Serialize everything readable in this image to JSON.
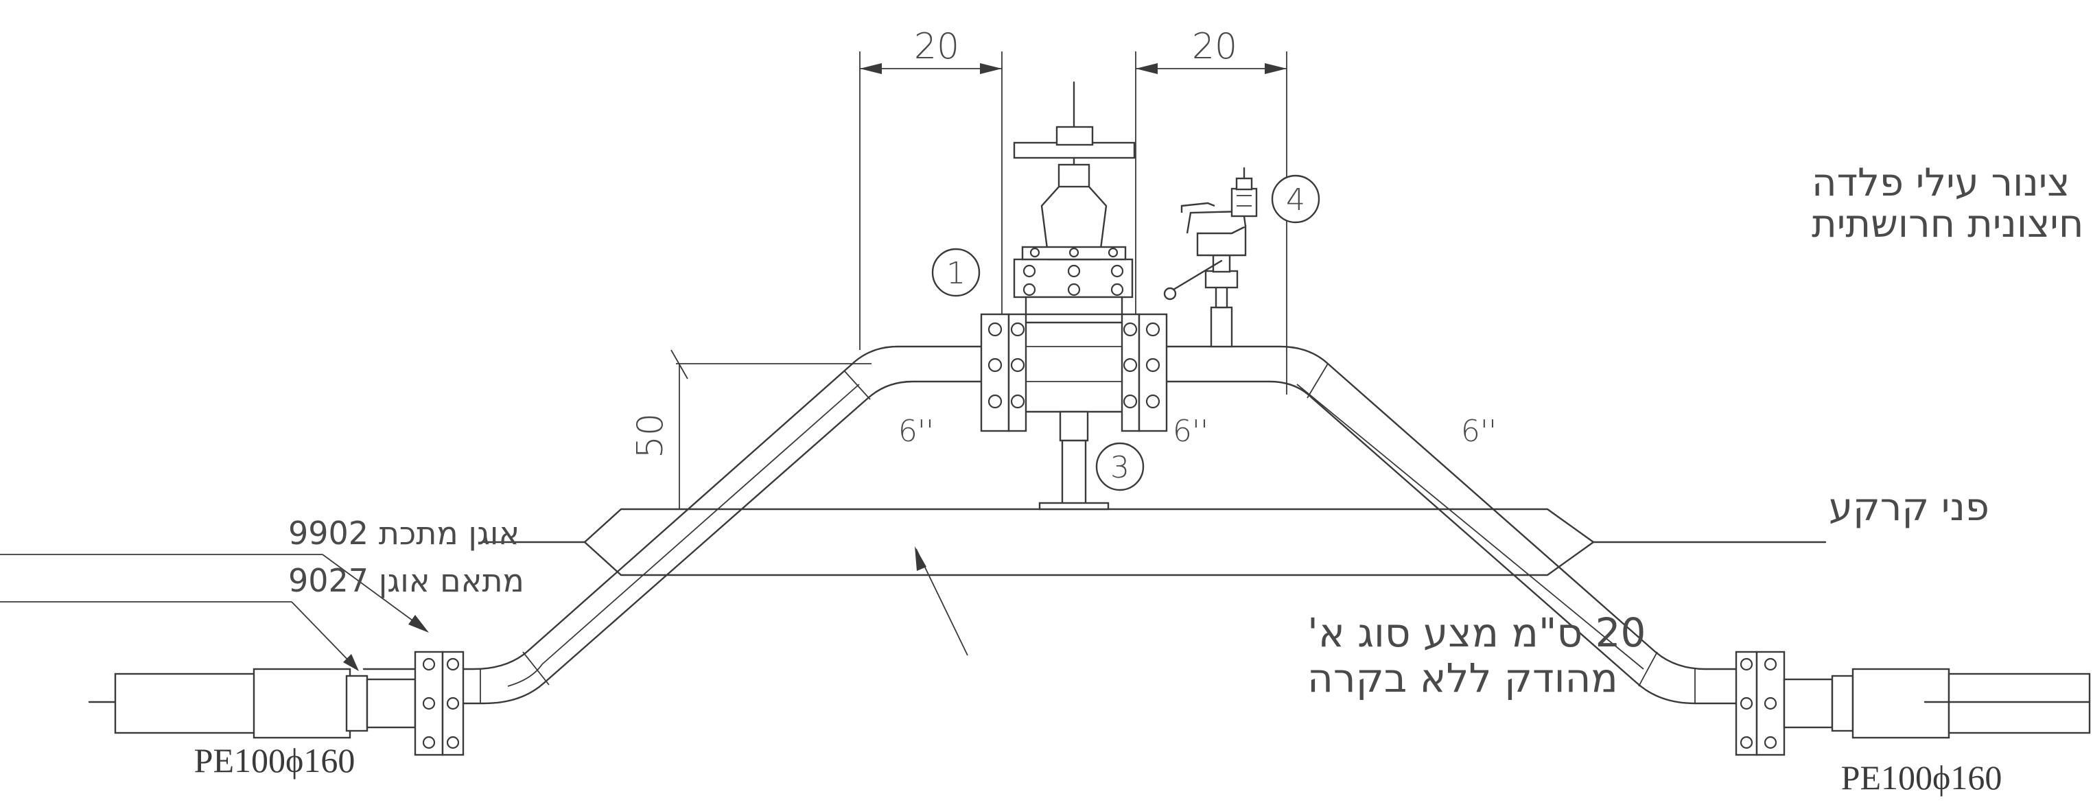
{
  "dimensions": {
    "left_gap": "20",
    "right_gap": "20",
    "height": "50"
  },
  "pipe_sizes": {
    "left_slope": "6''",
    "center": "6''",
    "right_slope": "6''"
  },
  "callouts": {
    "c1": "1",
    "c3": "3",
    "c4": "4"
  },
  "notes": {
    "coating_line1": "צינור עילי פלדה",
    "coating_line2": "צביעה חיצונית חרושתית",
    "ground": "פני קרקע",
    "fill_line1": "20 ס\"מ מצע סוג א'",
    "fill_line2": "מהודק ללא בקרה",
    "flange_metal": "אוגן מתכת 9902",
    "flange_adapter": "מתאם אוגן 9027"
  },
  "pipe_labels": {
    "left": "PE100ϕ160",
    "right": "PE100ϕ160"
  }
}
